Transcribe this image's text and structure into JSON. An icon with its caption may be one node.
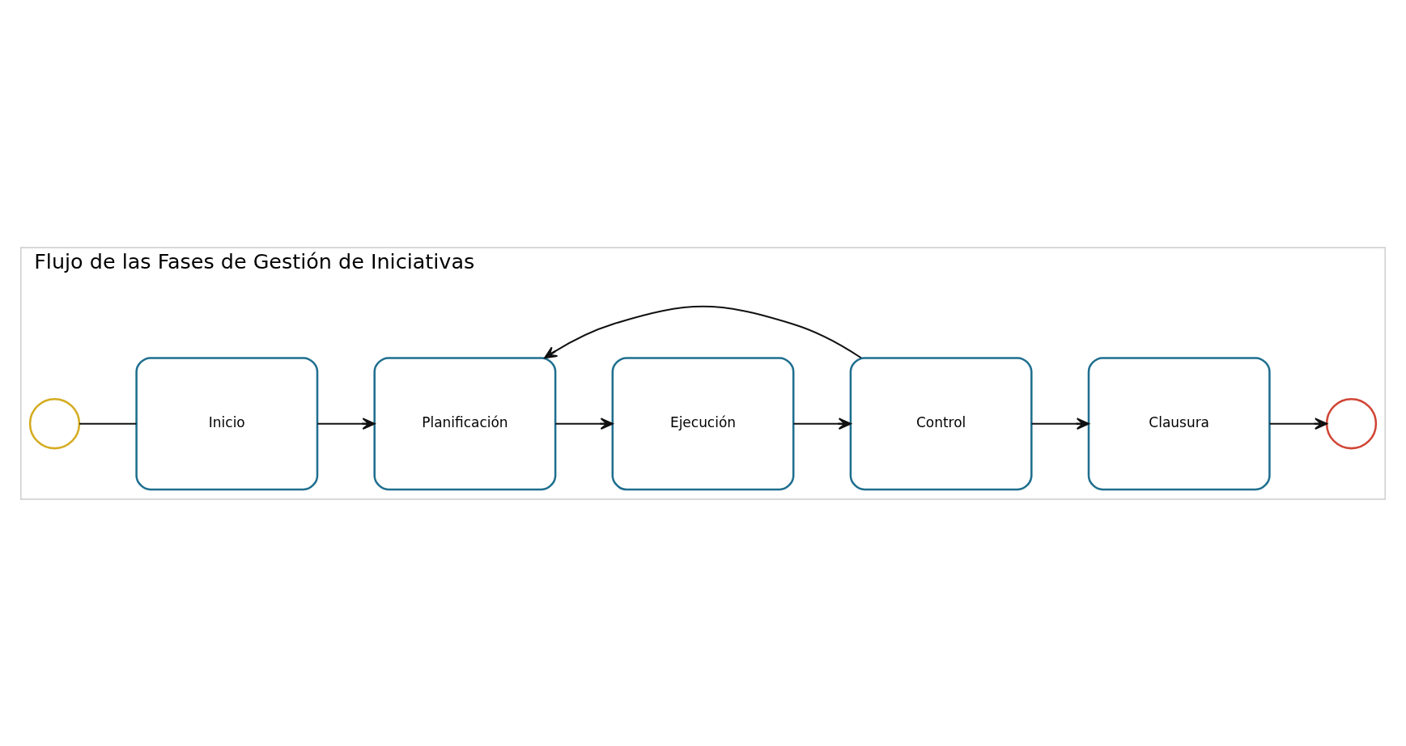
{
  "diagram": {
    "nodes": [
      {
        "text": [
          "Flujo de las Fases de Gestión de Iniciativas"
        ]
      },
      {
        "text": [],
        "shape": "circle",
        "in": 0
      },
      {
        "text": [
          "Inicio"
        ],
        "in": 0
      },
      {
        "text": [
          "Planificación"
        ],
        "in": 0
      },
      {
        "text": [
          "Ejecución"
        ],
        "in": 0
      },
      {
        "text": [
          "Control"
        ],
        "in": 0
      },
      {
        "text": [
          "Clausura"
        ],
        "in": 0
      },
      {
        "text": [],
        "shape": "circle",
        "in": 0
      }
    ],
    "edges": [
      {
        "from": 1,
        "to": 2,
        "arrow": "none"
      },
      {
        "from": 2,
        "to": 3,
        "arrow": "to"
      },
      {
        "from": 3,
        "to": 4,
        "arrow": "to"
      },
      {
        "from": 4,
        "to": 5,
        "arrow": "to"
      },
      {
        "from": 5,
        "to": 3,
        "arrow": "to"
      },
      {
        "from": 5,
        "to": 6,
        "arrow": "to"
      },
      {
        "from": 6,
        "to": 7,
        "arrow": "to"
      }
    ]
  }
}
